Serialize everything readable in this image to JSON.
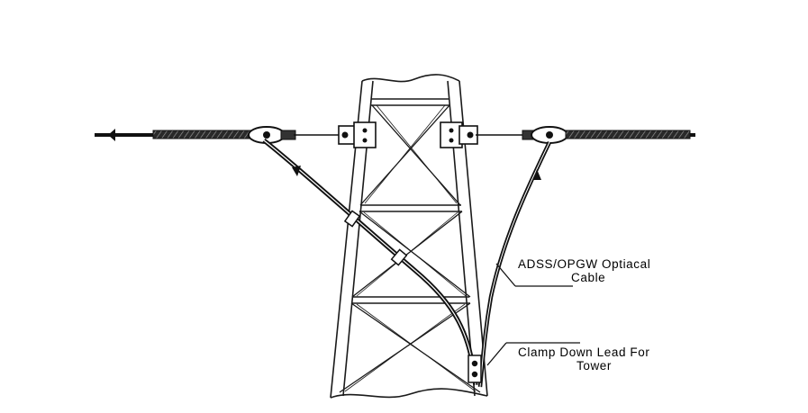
{
  "labels": {
    "cable_line1": "ADSS/OPGW Optiacal",
    "cable_line2": "Cable",
    "clamp_line1": "Clamp Down Lead For",
    "clamp_line2": "Tower"
  },
  "colors": {
    "ink": "#111111",
    "tower_line": "#1a1a1a",
    "background": "#ffffff"
  }
}
